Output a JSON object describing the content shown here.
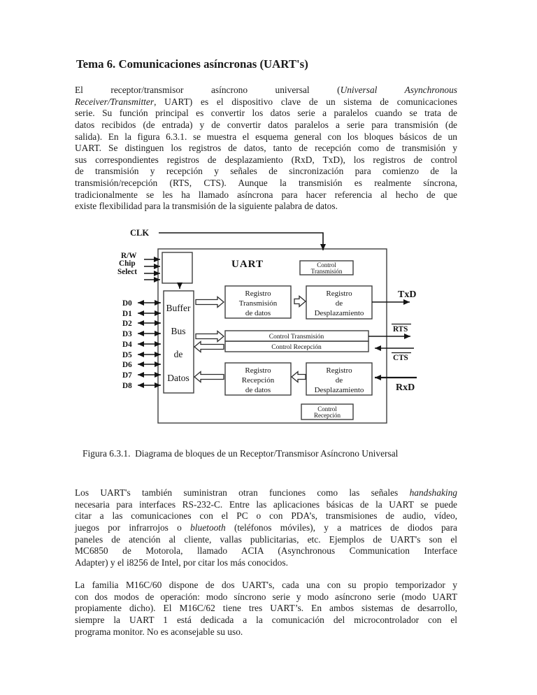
{
  "title": "Tema 6. Comunicaciones asíncronas (UART's)",
  "caption": "Figura 6.3.1.  Diagrama de bloques de un Receptor/Transmisor Asíncrono Universal",
  "p1_lines": [
    "El receptor/transmisor asíncrono universal (*Universal Asynchronous*",
    "*Receiver/Transmitter*, UART) es el dispositivo clave de un sistema de comunicaciones",
    "serie. Su función principal es convertir los datos serie a paralelos cuando se trata de",
    "datos recibidos (de entrada) y de convertir datos paralelos a serie para transmisión (de",
    "salida). En la figura 6.3.1. se muestra el esquema general con los bloques básicos de un",
    "UART. Se distinguen los registros de datos, tanto de recepción como de transmisión y",
    "sus correspondientes registros de desplazamiento (RxD, TxD), los registros de control",
    "de transmisión y recepción y señales de sincronización para comienzo de la",
    "transmisión/recepción (RTS, CTS). Aunque la transmisión es realmente síncrona,",
    "tradicionalmente se les ha llamado asíncrona para hacer referencia al hecho de que",
    "existe flexibilidad para la transmisión de la siguiente palabra de datos."
  ],
  "p2_lines": [
    "Los UART's también suministran otran funciones como las señales *handshaking*",
    "necesaria para interfaces RS-232-C. Entre las aplicaciones básicas de la UART se puede",
    "citar a las comunicaciones con el PC o con PDA’s, transmisiones de audio, vídeo,",
    "juegos por infrarrojos o *bluetooth* (teléfonos móviles), y a matrices de diodos para",
    "paneles de atención al cliente, vallas publicitarias, etc. Ejemplos de UART's son el",
    "MC6850 de Motorola, llamado ACIA (Asynchronous Communication Interface",
    "Adapter) y el i8256 de Intel, por citar los más conocidos."
  ],
  "p3_lines": [
    "La familia M16C/60 dispone de dos UART's, cada una con su propio temporizador y",
    "con dos modos de operación: modo síncrono serie y modo asíncrono serie (modo UART",
    "propiamente dicho). El M16C/62 tiene tres UART’s. En ambos sistemas de desarrollo,",
    "siempre la UART 1 está dedicada a la comunicación del microcontrolador con el",
    "programa monitor. No es aconsejable su uso."
  ],
  "diagram": {
    "clk": "CLK",
    "rw": "R/W",
    "chip": "Chip",
    "select": "Select",
    "uart": "UART",
    "d_labels": [
      "D0",
      "D1",
      "D2",
      "D3",
      "D4",
      "D5",
      "D6",
      "D7",
      "D8"
    ],
    "buffer_lines": [
      "Buffer",
      "Bus",
      "de",
      "Datos"
    ],
    "ctrl_tx_top": [
      "Control",
      "Transmisión"
    ],
    "reg_tx": [
      "Registro",
      "Transmisión",
      "de datos"
    ],
    "reg_desp_top": [
      "Registro",
      "de",
      "Desplazamiento"
    ],
    "ctrl_tx_long": "Control Transmisión",
    "ctrl_rx_long": "Control Recepción",
    "reg_rx": [
      "Registro",
      "Recepción",
      "de datos"
    ],
    "reg_desp_bottom": [
      "Registro",
      "de",
      "Desplazamiento"
    ],
    "ctrl_rx_bottom": [
      "Control",
      "Recepción"
    ],
    "txd": "TxD",
    "rts": "RTS",
    "cts": "CTS",
    "rxd": "RxD",
    "ink_color": "#161616",
    "box_stroke": "#3f3f3f",
    "page_bg": "#ffffff"
  }
}
